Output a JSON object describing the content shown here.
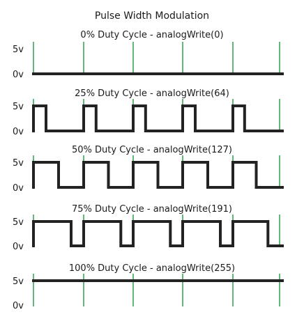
{
  "title": "Pulse Width Modulation",
  "colors": {
    "signal": "#222222",
    "marker": "#1f9a3e",
    "text": "#1a1a1a",
    "background": "#ffffff"
  },
  "panels": [
    {
      "caption": "0% Duty Cycle - analogWrite(0)",
      "duty_cycle_percent": 0,
      "analog_value": 0,
      "label_high": "5v",
      "label_low": "0v"
    },
    {
      "caption": "25% Duty Cycle - analogWrite(64)",
      "duty_cycle_percent": 25,
      "analog_value": 64,
      "label_high": "5v",
      "label_low": "0v"
    },
    {
      "caption": "50% Duty Cycle - analogWrite(127)",
      "duty_cycle_percent": 50,
      "analog_value": 127,
      "label_high": "5v",
      "label_low": "0v"
    },
    {
      "caption": "75% Duty Cycle - analogWrite(191)",
      "duty_cycle_percent": 75,
      "analog_value": 191,
      "label_high": "5v",
      "label_low": "0v"
    },
    {
      "caption": "100% Duty Cycle - analogWrite(255)",
      "duty_cycle_percent": 100,
      "analog_value": 255,
      "label_high": "5v",
      "label_low": "0v"
    }
  ]
}
